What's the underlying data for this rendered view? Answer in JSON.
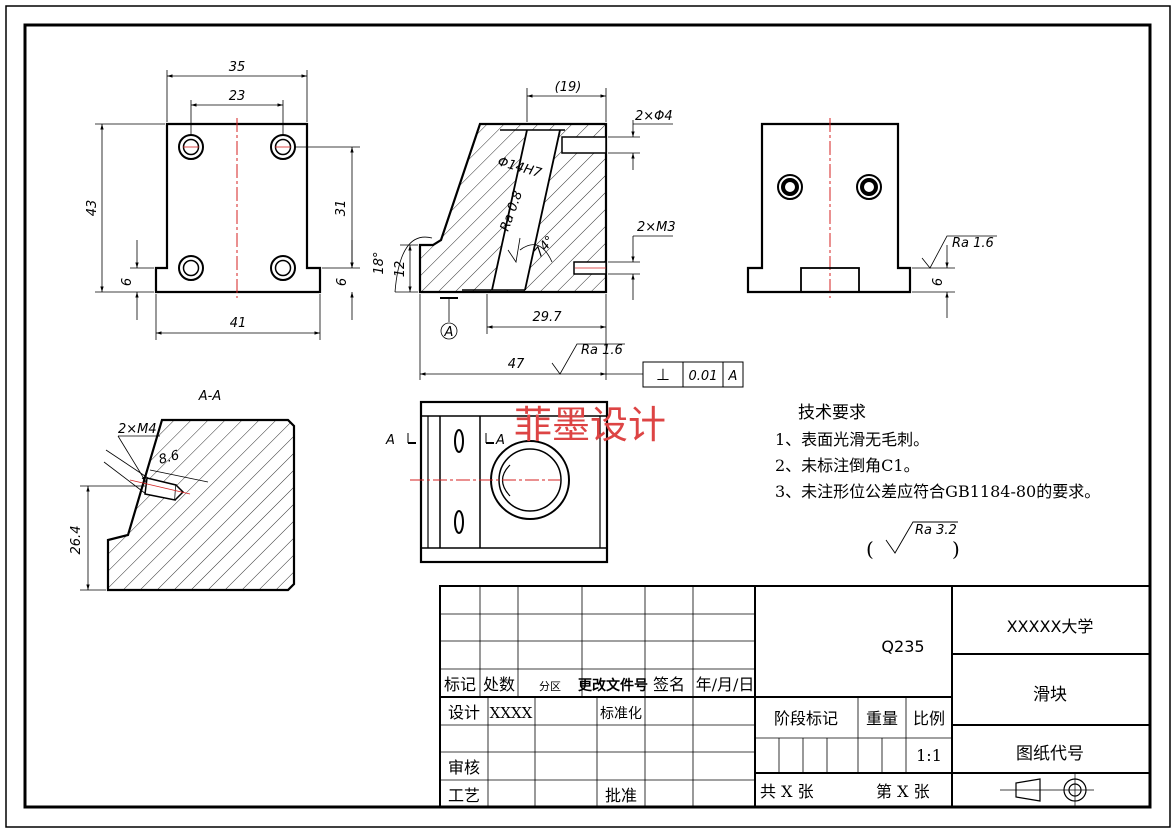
{
  "dimensions": {
    "front_width_35": "35",
    "front_hole_spacing_23": "23",
    "front_height_43": "43",
    "front_hole_vertical_31": "31",
    "front_base_left_6": "6",
    "front_base_right_6": "6",
    "front_base_width_41": "41",
    "side_top_19": "(19)",
    "side_holes_2x_phi4": "2×Φ4",
    "side_bore": "Φ14H7",
    "side_bore_ra": "Ra 0.8",
    "side_angle_74": "74°",
    "side_holes_2x_m3": "2×M3",
    "side_chamfer_18": "18°",
    "side_height_12": "12",
    "side_datum": "A",
    "side_length_29_7": "29.7",
    "side_total_47": "47",
    "side_ra": "Ra 1.6",
    "tolerance_symbol": "⊥",
    "tolerance_value": "0.01",
    "tolerance_datum": "A",
    "right_ra": "Ra 1.6",
    "right_base_6": "6",
    "section_title": "A-A",
    "section_thread": "2×M4",
    "section_depth": "8.6",
    "section_height": "26.4",
    "top_view_left_label": "A",
    "top_view_right_label": "A"
  },
  "watermark": "菲墨设计",
  "tech_notes": {
    "title": "技术要求",
    "items": [
      "1、表面光滑无毛刺。",
      "2、未标注倒角C1。",
      "3、未注形位公差应符合GB1184-80的要求。"
    ],
    "general_roughness": "Ra 3.2"
  },
  "title_block": {
    "material": "Q235",
    "school": "XXXXX大学",
    "part_name": "滑块",
    "drawing_code_label": "图纸代号",
    "header_labels": [
      "标记",
      "处数",
      "分区",
      "更改文件号",
      "签名",
      "年/月/日"
    ],
    "design_label": "设计",
    "designer": "XXXX",
    "standardize_label": "标准化",
    "review_label": "审核",
    "process_label": "工艺",
    "approve_label": "批准",
    "stage_label": "阶段标记",
    "weight_label": "重量",
    "scale_label": "比例",
    "scale_value": "1:1",
    "total_sheets": "共 X 张",
    "sheet_no": "第 X 张"
  },
  "colors": {
    "line": "#000000",
    "centerline": "#d42020",
    "watermark": "#d44444"
  }
}
